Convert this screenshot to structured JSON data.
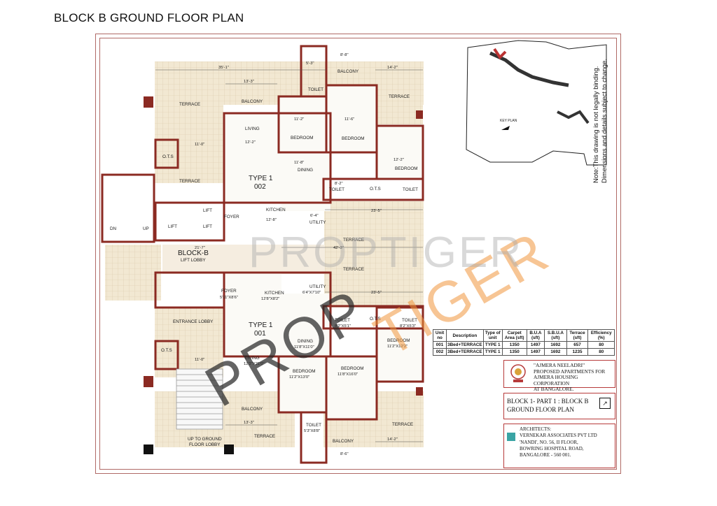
{
  "page_title": "BLOCK B GROUND FLOOR PLAN",
  "note": {
    "line1": "Note:This drawing is not legally binding.",
    "line2": "Dimensions and details subject to change."
  },
  "watermark": {
    "part1": "PROP",
    "part2": "TIGER",
    "faint": "PROPTIGER"
  },
  "key_plan_label": "KEY PLAN",
  "rooms": {
    "balcony": "BALCONY",
    "terrace": "TERRACE",
    "toilet": "TOILET",
    "bedroom": "BEDROOM",
    "living": "LIVING",
    "dining": "DINING",
    "kitchen": "KITCHEN",
    "utility": "UTILITY",
    "foyer": "FOYER",
    "ots": "O.T.S",
    "lift": "LIFT",
    "type1": "TYPE 1",
    "unit002": "002",
    "unit001": "001",
    "block": "BLOCK-B",
    "lift_lobby": "LIFT LOBBY",
    "entrance_lobby": "ENTRANCE LOBBY",
    "up_to_lobby_1": "UP TO GROUND",
    "up_to_lobby_2": "FLOOR LOBBY",
    "dn": "DN",
    "up": "UP"
  },
  "dims": {
    "d1": "35'-1\"",
    "d2": "13'-3\"",
    "d3": "14'-2\"",
    "d4": "8'-8\"",
    "d5": "5'-3\"",
    "d6": "11'-0\"",
    "d7": "11'-8\"",
    "d8": "23'-5\"",
    "d9": "42'-3\"",
    "d10": "21'-7\"",
    "d11": "12'-8\"",
    "d12": "11'-0\"",
    "d13": "8'-6\"",
    "d14": "13'-3\"",
    "d15": "14'-2\"",
    "d16": "11'-8\"",
    "d17": "8'-2\"",
    "d18": "12'-2\"",
    "liv002": "12'-2\"",
    "bed002a": "11'-2\"",
    "bed002b": "11'-6\"",
    "kit001": "12'8\"X8'2\"",
    "util001": "6'4\"X7'10\"",
    "foyer001": "5'11\"X8'6\"",
    "toi001a": "8'2\"X5'1\"",
    "toi001b": "8'2\"X5'3\"",
    "din001": "11'8\"X11'0\"",
    "liv001": "12'2\"X21'0\"",
    "bed001a": "11'2\"X13'0\"",
    "bed001b": "11'8\"X16'0\"",
    "bed001c": "11'2\"X12'2\"",
    "toi001c": "5'3\"X8'8\"",
    "util002": "6'-4\""
  },
  "unit_table": {
    "headers": [
      "Unit no",
      "Description",
      "Type of unit",
      "Carpet Area (sft)",
      "B.U.A (sft)",
      "S.B.U.A (sft)",
      "Terrace (sft)",
      "Efficiency (%)"
    ],
    "rows": [
      [
        "001",
        "3Bed+TERRACE",
        "TYPE 1",
        "1350",
        "1497",
        "1692",
        "657",
        "80"
      ],
      [
        "002",
        "3Bed+TERRACE",
        "TYPE 1",
        "1350",
        "1497",
        "1692",
        "1235",
        "80"
      ]
    ]
  },
  "project": {
    "line1": "\"AJMERA NEELADRI\"",
    "line2": "PROPOSED APARTMENTS FOR",
    "line3": "AJMERA HOUSING CORPORATION",
    "line4": "AT BANGALORE."
  },
  "drawing_title": {
    "line1": "BLOCK 1- PART 1 : BLOCK B",
    "line2": "GROUND FLOOR PLAN"
  },
  "architects": {
    "line1": "ARCHITECTS:",
    "line2": "VERNEKAR ASSOCIATES PVT LTD",
    "line3": "'NANDI', NO. 56, II FLOOR,",
    "line4": "BOWRING HOSPITAL ROAD,",
    "line5": "BANGALORE - 560 001."
  },
  "colors": {
    "wall": "#8b2a22",
    "terrace": "#efe3c8",
    "grid": "#d6c7a6",
    "border": "#b06a66"
  }
}
